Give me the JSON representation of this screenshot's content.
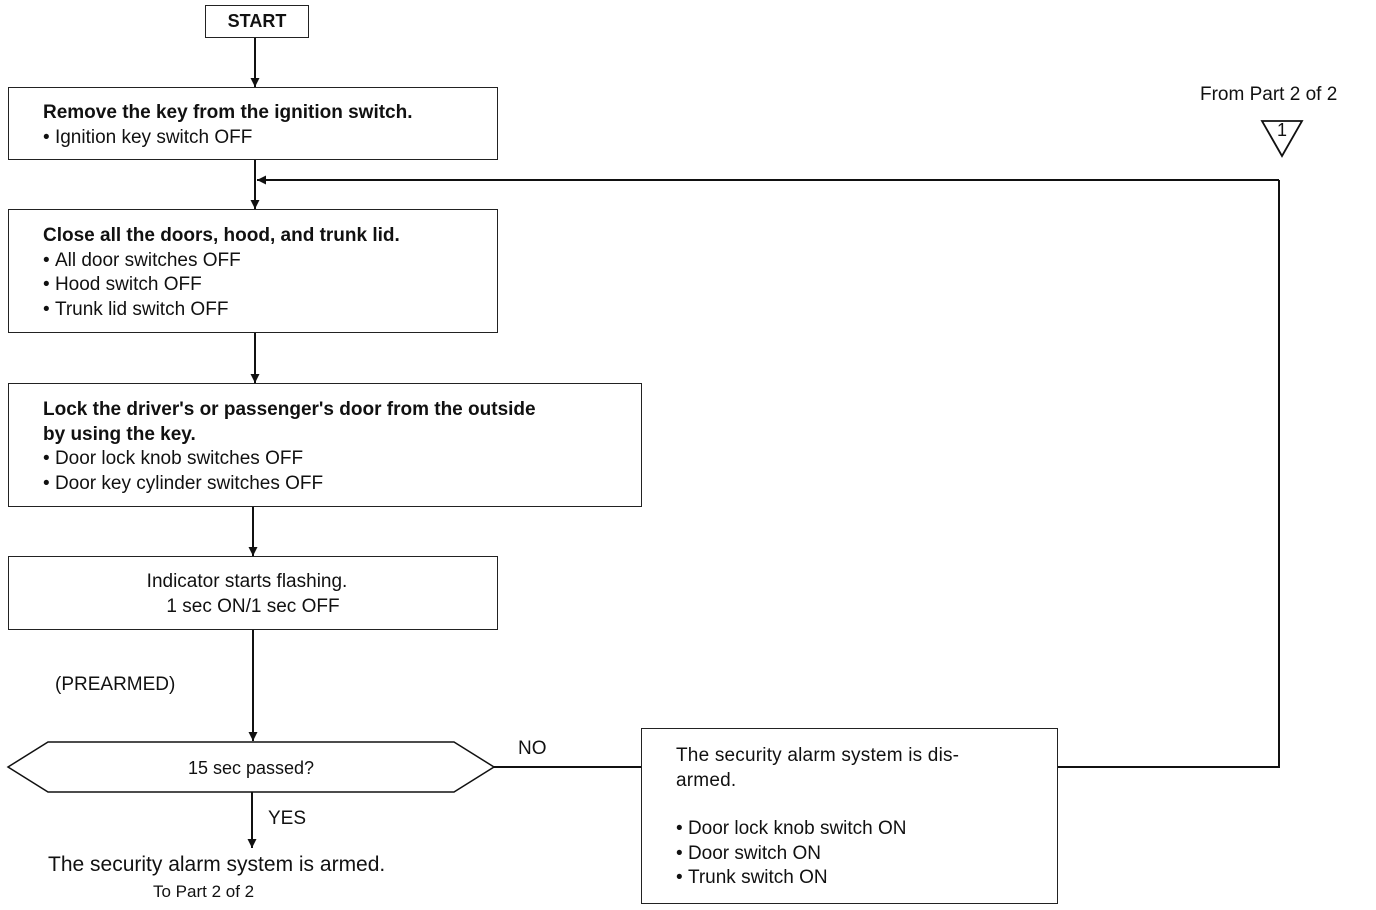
{
  "start_label": "START",
  "step1": {
    "title": "Remove the key from the ignition switch.",
    "items": [
      "Ignition key switch OFF"
    ]
  },
  "step2": {
    "title": "Close all the doors, hood, and trunk lid.",
    "items": [
      "All door switches OFF",
      "Hood switch OFF",
      "Trunk lid switch OFF"
    ]
  },
  "step3": {
    "title_line1": "Lock the driver's or passenger's door from the outside",
    "title_line2": "by using the key.",
    "items": [
      "Door lock knob switches OFF",
      "Door key cylinder switches OFF"
    ]
  },
  "step4": {
    "line1": "Indicator starts flashing.",
    "line2": "1 sec ON/1 sec OFF"
  },
  "state_label": "(PREARMED)",
  "decision": {
    "question": "15 sec passed?",
    "no_label": "NO",
    "yes_label": "YES"
  },
  "result_armed": {
    "text": "The security alarm system is armed.",
    "next": "To Part 2 of 2"
  },
  "disarmed": {
    "title_line1": "The security alarm system is dis-",
    "title_line2": "armed.",
    "items": [
      "Door lock knob switch ON",
      "Door switch ON",
      "Trunk switch ON"
    ]
  },
  "connector": {
    "label": "From Part 2 of 2",
    "number": "1"
  }
}
